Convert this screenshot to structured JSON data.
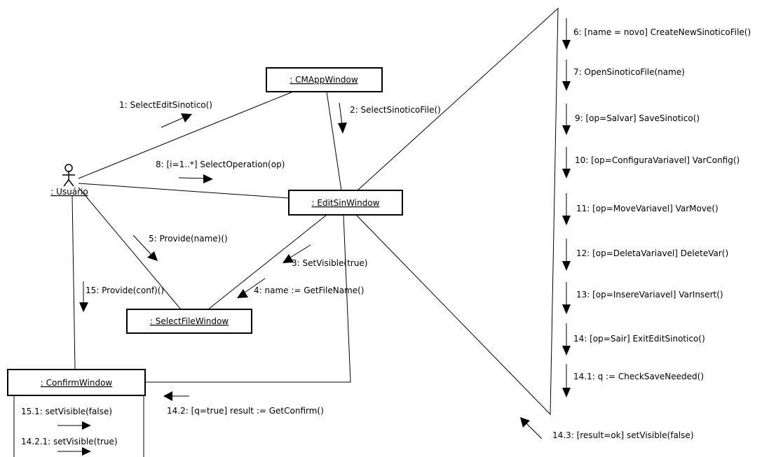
{
  "objects": {
    "cmapp": ": CMAppWindow",
    "editsin": ": EditSinWindow",
    "selectfile": ": SelectFileWindow",
    "confirm": ": ConfirmWindow",
    "actor": ": Usuário"
  },
  "messages": {
    "m1": "1: SelectEditSinotico()",
    "m2": "2: SelectSinoticoFile()",
    "m3": "3: SetVisible(true)",
    "m4": "4: name := GetFileName()",
    "m5": "5: Provide(name)()",
    "m6": "6: [name = novo] CreateNewSinoticoFile()",
    "m7": "7: OpenSinoticoFile(name)",
    "m8": "8: [i=1..*] SelectOperation(op)",
    "m9": "9: [op=Salvar] SaveSinotico()",
    "m10": "10: [op=ConfiguraVariavel] VarConfig()",
    "m11": "11: [op=MoveVariavel] VarMove()",
    "m12": "12: [op=DeletaVariavel] DeleteVar()",
    "m13": "13: [op=InsereVariavel] VarInsert()",
    "m14": "14: [op=Sair] ExitEditSinotico()",
    "m14_1": "14.1: q := CheckSaveNeeded()",
    "m14_2": "14.2: [q=true] result := GetConfirm()",
    "m14_3": "14.3: [result=ok] setVisible(false)",
    "m14_2_1": "14.2.1: setVisible(true)",
    "m15": "15: Provide(conf)()",
    "m15_1": "15.1: setVisible(false)"
  }
}
